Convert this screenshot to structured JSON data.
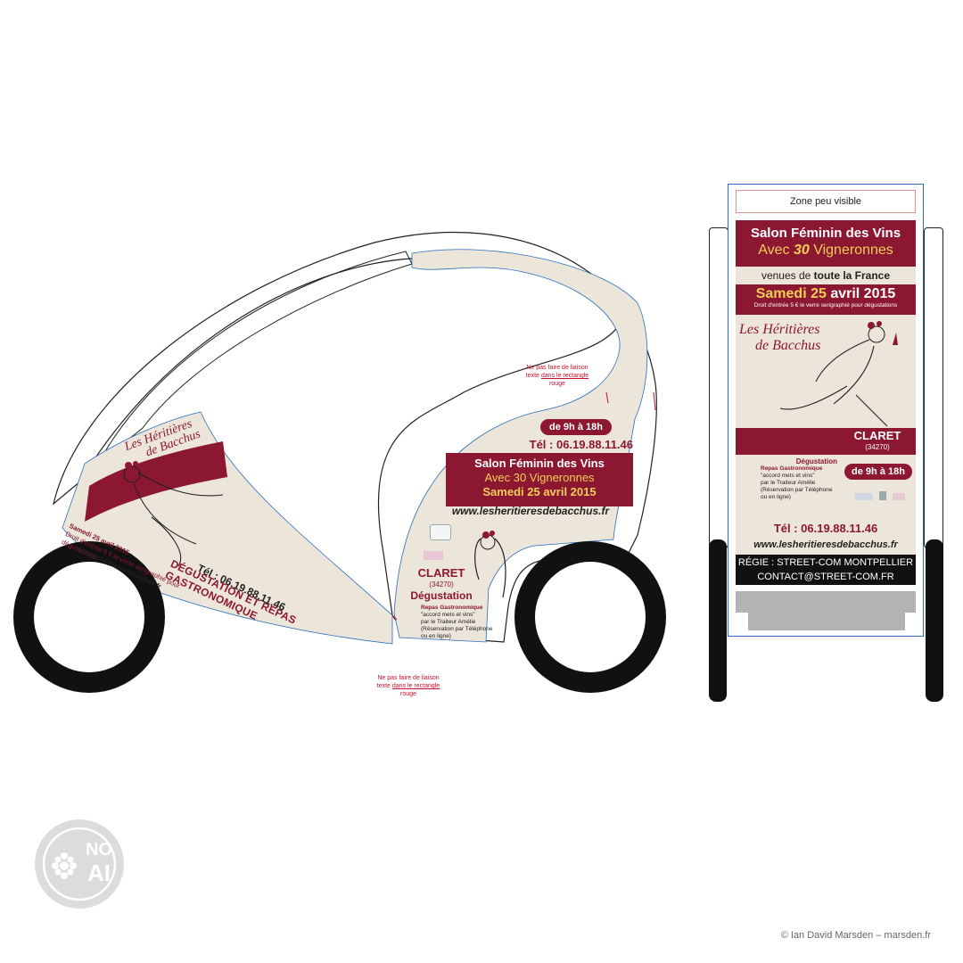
{
  "side_view": {
    "note_upper": {
      "line1": "Ne pas faire de liaison",
      "line2_pre": "texte ",
      "line2_link": "dans le rectangle",
      "line3": "rouge"
    },
    "note_lower": {
      "line1": "Ne pas faire de liaison",
      "line2_pre": "texte ",
      "line2_link": "dans le rectangle",
      "line3": "rouge"
    },
    "hours": "de 9h à 18h",
    "phone": "Tél : 06.19.88.11.46",
    "title": "Salon Féminin des Vins",
    "subtitle": "Avec 30 Vigneronnes",
    "date": "Samedi 25 avril 2015",
    "website": "www.lesheritieresdebacchus.fr",
    "town": "CLARET",
    "postcode": "(34270)",
    "tasting": "Dégustation",
    "meal_title": "Repas Gastronomique",
    "meal_line1": "\"accord mets et vins\"",
    "meal_line2": "par le Traiteur Amélie",
    "meal_line3": "(Réservation par Téléphone",
    "meal_line4": "ou en ligne)",
    "front_date": "Samedi 25 avril 2015",
    "front_fee": "Droit d'entrée 5 € le verre serigraphié pour dégustations",
    "front_phone": "Tél : 06.19.88.11.46",
    "front_banner": "DÉGUSTATION ET RÉPAS GASTRONOMIQUE",
    "front_web": "www.lesheritieresdebacchus.fr",
    "logo_line1": "Les Héritières",
    "logo_line2": "de Bacchus"
  },
  "rear_view": {
    "zone": "Zone peu visible",
    "title": "Salon Féminin des Vins",
    "subtitle_pre": "Avec ",
    "subtitle_num": "30",
    "subtitle_post": " Vigneronnes",
    "origin_pre": "venues de ",
    "origin_bold": "toute la France",
    "date_pre": "Samedi ",
    "date_num": "25",
    "date_post": " avril 2015",
    "fee": "Droit d'entrée 5 € le verre serigraphié pour dégustations",
    "logo_line1": "Les Héritières",
    "logo_line2": "de Bacchus",
    "town": "CLARET",
    "postcode": "(34270)",
    "tasting": "Dégustation",
    "meal_title": "Repas Gastronomique",
    "meal_line1": "\"accord mets et vins\"",
    "meal_line2": "par le Traiteur Amélie",
    "meal_line3": "(Réservation par Téléphone",
    "meal_line4": "ou en ligne)",
    "hours": "de 9h à 18h",
    "phone": "Tél : 06.19.88.11.46",
    "website": "www.lesheritieresdebacchus.fr",
    "regie": "RÉGIE : STREET-COM MONTPELLIER",
    "contact": "CONTACT@STREET-COM.FR"
  },
  "badge": {
    "line1": "NO",
    "line2": "AI"
  },
  "credit": "© Ian David Marsden – marsden.fr",
  "colors": {
    "maroon": "#8c1730",
    "beige": "#ece5d9",
    "blue_outline": "#2a6ebb",
    "red_note": "#c8102e"
  }
}
